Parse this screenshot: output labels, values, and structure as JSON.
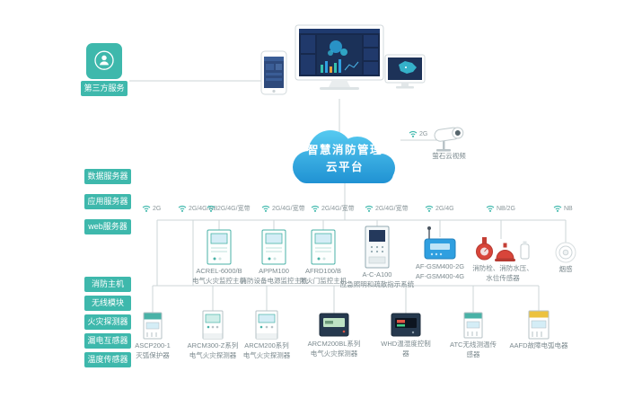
{
  "sidebar": {
    "third_party": "第三方服务",
    "server_labels": [
      "数据服务器",
      "应用服务器",
      "web服务器"
    ],
    "device_labels": [
      "消防主机",
      "无线模块",
      "火灾探测器",
      "漏电互感器",
      "温度传感器"
    ]
  },
  "cloud": {
    "title_line1": "智慧消防管理",
    "title_line2": "云平台"
  },
  "camera": {
    "link": "2G",
    "label": "萤石云视频"
  },
  "links": [
    "2G",
    "2G/4G/NB",
    "2G/4G/宽带",
    "2G/4G/宽带",
    "2G/4G/宽带",
    "2G/4G/宽带",
    "2G/4G",
    "NB/2G",
    "NB"
  ],
  "middle_devices": [
    {
      "lines": [
        "ACREL-6000/B",
        "电气火灾监控主机"
      ]
    },
    {
      "lines": [
        "APPM100",
        "消防设备电源监控主机"
      ]
    },
    {
      "lines": [
        "AFRD100/B",
        "防火门监控主机"
      ]
    },
    {
      "lines": [
        "A-C-A100",
        "应急照明和疏散指示系统"
      ]
    },
    {
      "lines": [
        "AF-GSM400-2G",
        "AF-GSM400-4G"
      ]
    },
    {
      "lines": [
        "消防栓、消防水压、水位传感器"
      ]
    },
    {
      "lines": [
        "烟感"
      ]
    }
  ],
  "bottom_devices": [
    {
      "lines": [
        "ASCP200-1",
        "灭弧保护器"
      ]
    },
    {
      "lines": [
        "ARCM300-Z系列",
        "电气火灾探测器"
      ]
    },
    {
      "lines": [
        "ARCM200系列",
        "电气火灾探测器"
      ]
    },
    {
      "lines": [
        "ARCM200BL系列",
        "电气火灾探测器"
      ]
    },
    {
      "lines": [
        "WHD温湿度控制器"
      ]
    },
    {
      "lines": [
        "ATC无线测温传感器"
      ]
    },
    {
      "lines": [
        "AAFD故障电弧电器"
      ]
    }
  ],
  "colors": {
    "accent_teal": "#3eb8ac",
    "cloud_blue_top": "#55c9f0",
    "cloud_blue_bottom": "#1e90d2",
    "device_outline_teal": "#49b2a7",
    "alarm_red": "#d8453a",
    "panel_navy": "#26394e",
    "line_gray": "#ccd5d7",
    "label_gray": "#7b898e"
  }
}
